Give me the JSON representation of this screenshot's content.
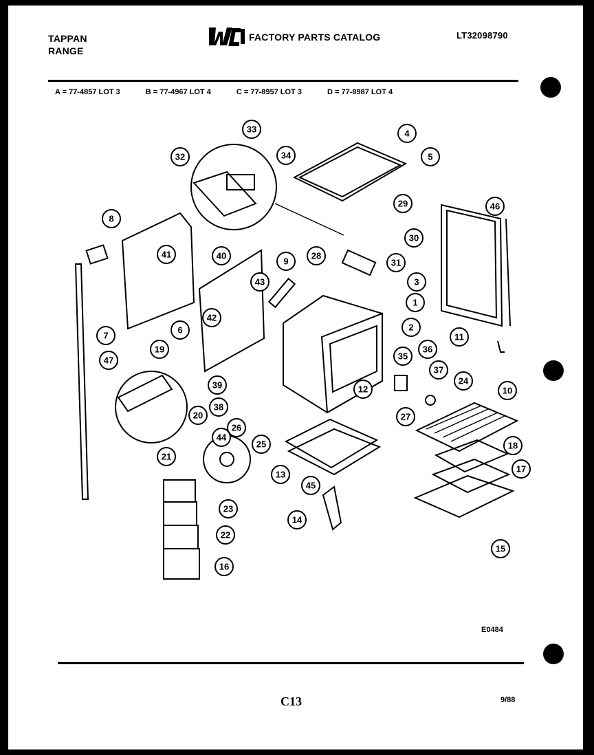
{
  "header": {
    "brand_line1": "TAPPAN",
    "brand_line2": "RANGE",
    "logo_text": "WCI",
    "catalog_title": "FACTORY PARTS CATALOG",
    "catalog_number": "LT32098790"
  },
  "models": [
    "A = 77-4857 LOT 3",
    "B = 77-4967 LOT 4",
    "C = 77-8957 LOT 3",
    "D = 77-8987 LOT 4"
  ],
  "diagram": {
    "callouts": [
      "1",
      "2",
      "3",
      "4",
      "5",
      "6",
      "7",
      "8",
      "9",
      "10",
      "11",
      "12",
      "13",
      "14",
      "15",
      "16",
      "17",
      "18",
      "19",
      "20",
      "21",
      "22",
      "23",
      "24",
      "25",
      "26",
      "27",
      "28",
      "29",
      "30",
      "31",
      "32",
      "33",
      "34",
      "35",
      "36",
      "37",
      "38",
      "39",
      "40",
      "41",
      "42",
      "43",
      "44",
      "45",
      "46",
      "47"
    ]
  },
  "footer": {
    "diagram_code": "E0484",
    "page_number": "C13",
    "revision_date": "9/88"
  },
  "colors": {
    "ink": "#000000",
    "paper": "#ffffff"
  }
}
